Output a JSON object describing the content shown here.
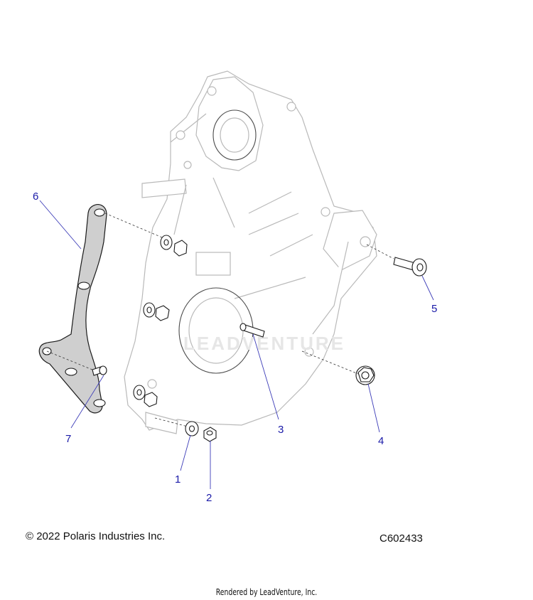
{
  "diagram": {
    "watermark": "LEADVENTURE",
    "callouts": [
      {
        "id": "1",
        "label": "1"
      },
      {
        "id": "2",
        "label": "2"
      },
      {
        "id": "3",
        "label": "3"
      },
      {
        "id": "4",
        "label": "4"
      },
      {
        "id": "5",
        "label": "5"
      },
      {
        "id": "6",
        "label": "6"
      },
      {
        "id": "7",
        "label": "7"
      }
    ]
  },
  "footer": {
    "copyright": "© 2022 Polaris Industries Inc.",
    "part_code": "C602433",
    "rendered_by": "Rendered by LeadVenture, Inc."
  },
  "colors": {
    "callout": "#1a1aa8",
    "gasket_fill": "#cfcfcf",
    "cover_outline": "#b9b9b9"
  }
}
